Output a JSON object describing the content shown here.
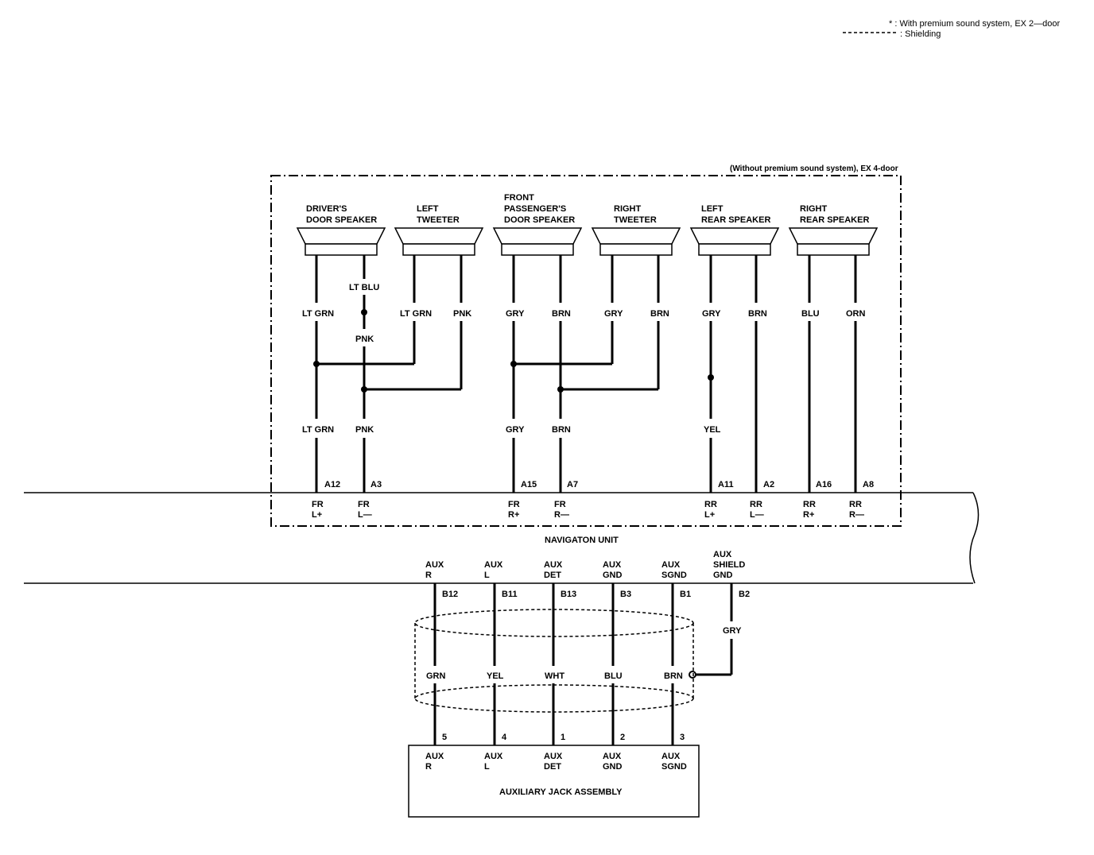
{
  "legend": {
    "note1": "* : With premium sound system, EX 2—door",
    "note2": ": Shielding"
  },
  "box_label": "(Without premium sound system), EX 4-door",
  "speakers": [
    {
      "id": "drv",
      "lines": [
        "DRIVER'S",
        "DOOR SPEAKER"
      ]
    },
    {
      "id": "ltw",
      "lines": [
        "LEFT",
        "TWEETER"
      ]
    },
    {
      "id": "fp",
      "lines": [
        "FRONT",
        "PASSENGER'S",
        "DOOR SPEAKER"
      ]
    },
    {
      "id": "rtw",
      "lines": [
        "RIGHT",
        "TWEETER"
      ]
    },
    {
      "id": "lr",
      "lines": [
        "LEFT",
        "REAR SPEAKER"
      ]
    },
    {
      "id": "rr",
      "lines": [
        "RIGHT",
        "REAR SPEAKER"
      ]
    }
  ],
  "wire_colors": {
    "drv_pos": "LT GRN",
    "drv_neg": "LT BLU",
    "pnk_mid": "PNK",
    "ltw_pos": "LT GRN",
    "ltw_neg": "PNK",
    "fp_pos": "GRY",
    "fp_neg": "BRN",
    "rtw_pos": "GRY",
    "rtw_neg": "BRN",
    "lr_pos": "GRY",
    "lr_neg": "BRN",
    "rr_pos": "BLU",
    "rr_neg": "ORN",
    "low_a12": "LT GRN",
    "low_a3": "PNK",
    "low_a15": "GRY",
    "low_a7": "BRN",
    "low_a11": "YEL"
  },
  "nav_pins_top": [
    {
      "pin": "A12",
      "l1": "FR",
      "l2": "L+"
    },
    {
      "pin": "A3",
      "l1": "FR",
      "l2": "L—"
    },
    {
      "pin": "A15",
      "l1": "FR",
      "l2": "R+"
    },
    {
      "pin": "A7",
      "l1": "FR",
      "l2": "R—"
    },
    {
      "pin": "A11",
      "l1": "RR",
      "l2": "L+"
    },
    {
      "pin": "A2",
      "l1": "RR",
      "l2": "L—"
    },
    {
      "pin": "A16",
      "l1": "RR",
      "l2": "R+"
    },
    {
      "pin": "A8",
      "l1": "RR",
      "l2": "R—"
    }
  ],
  "nav_unit": "NAVIGATON UNIT",
  "nav_pins_bottom": [
    {
      "pin": "B12",
      "lines": [
        "AUX",
        "R"
      ]
    },
    {
      "pin": "B11",
      "lines": [
        "AUX",
        "L"
      ]
    },
    {
      "pin": "B13",
      "lines": [
        "AUX",
        "DET"
      ]
    },
    {
      "pin": "B3",
      "lines": [
        "AUX",
        "GND"
      ]
    },
    {
      "pin": "B1",
      "lines": [
        "AUX",
        "SGND"
      ]
    },
    {
      "pin": "B2",
      "lines": [
        "AUX",
        "SHIELD",
        "GND"
      ]
    }
  ],
  "aux_wires": [
    "GRN",
    "YEL",
    "WHT",
    "BLU",
    "BRN"
  ],
  "shield_wire": "GRY",
  "jack_pins": [
    {
      "pin": "5",
      "l1": "AUX",
      "l2": "R"
    },
    {
      "pin": "4",
      "l1": "AUX",
      "l2": "L"
    },
    {
      "pin": "1",
      "l1": "AUX",
      "l2": "DET"
    },
    {
      "pin": "2",
      "l1": "AUX",
      "l2": "GND"
    },
    {
      "pin": "3",
      "l1": "AUX",
      "l2": "SGND"
    }
  ],
  "jack_assembly": "AUXILIARY JACK ASSEMBLY"
}
